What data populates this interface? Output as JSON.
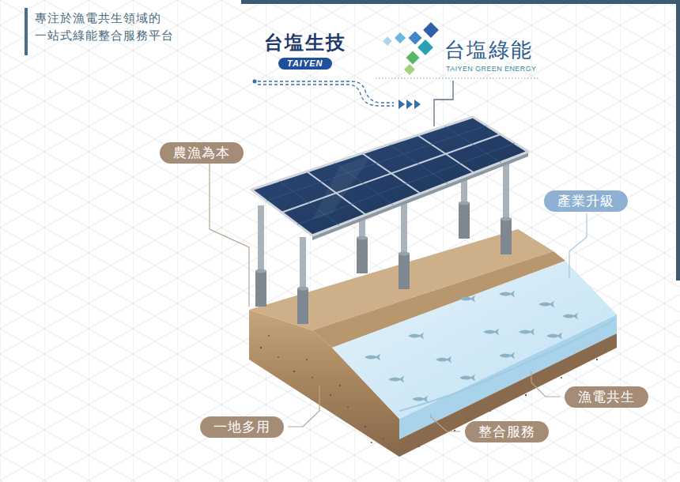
{
  "diagram": {
    "title": "專注於漁電共生領域的 一站式綠能整合服務平台",
    "nodes": [
      {
        "text": [
          "TAIYEN"
        ]
      },
      {
        "text": [
          "農漁為本"
        ]
      },
      {
        "text": [
          "產業升級"
        ]
      },
      {
        "text": [
          "漁電共生"
        ]
      },
      {
        "text": [
          "一地多用"
        ]
      },
      {
        "text": [
          "整合服務"
        ]
      }
    ],
    "labels": [
      "台塩生技",
      "台塩綠能",
      "TAIYEN GREEN ENERGY"
    ]
  }
}
